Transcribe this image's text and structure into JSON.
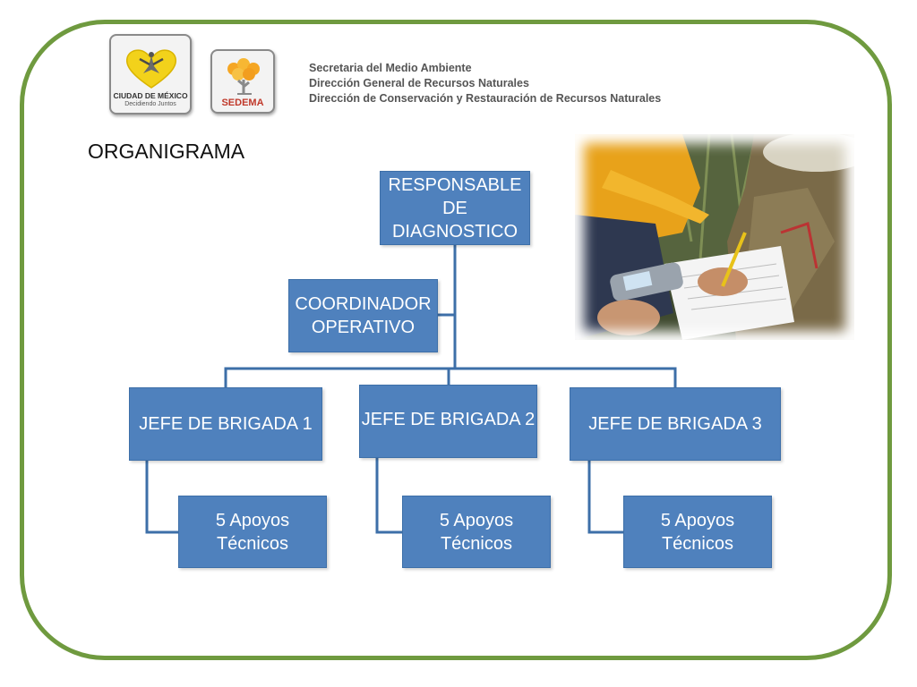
{
  "logos": {
    "cdmx": {
      "name": "CIUDAD DE MÉXICO",
      "tagline": "Decidiendo Juntos"
    },
    "sedema": {
      "name": "SEDEMA"
    }
  },
  "header": {
    "line1": "Secretaria del Medio Ambiente",
    "line2": "Dirección General de Recursos Naturales",
    "line3": "Dirección de Conservación y Restauración de Recursos Naturales"
  },
  "title": "ORGANIGRAMA",
  "org": {
    "responsable": "RESPONSABLE\nDE\nDIAGNOSTICO",
    "coordinador": "COORDINADOR\nOPERATIVO",
    "jefes": [
      "JEFE DE BRIGADA 1",
      "JEFE DE BRIGADA 2",
      "JEFE DE BRIGADA 3"
    ],
    "apoyos": [
      "5 Apoyos\nTécnicos",
      "5 Apoyos\nTécnicos",
      "5 Apoyos\nTécnicos"
    ]
  },
  "colors": {
    "frame": "#6f9a3f",
    "box_fill": "#4f81bd",
    "connector": "#3d6fa8"
  },
  "photo": {
    "subject": "field-workers-with-gps-and-clipboard"
  }
}
